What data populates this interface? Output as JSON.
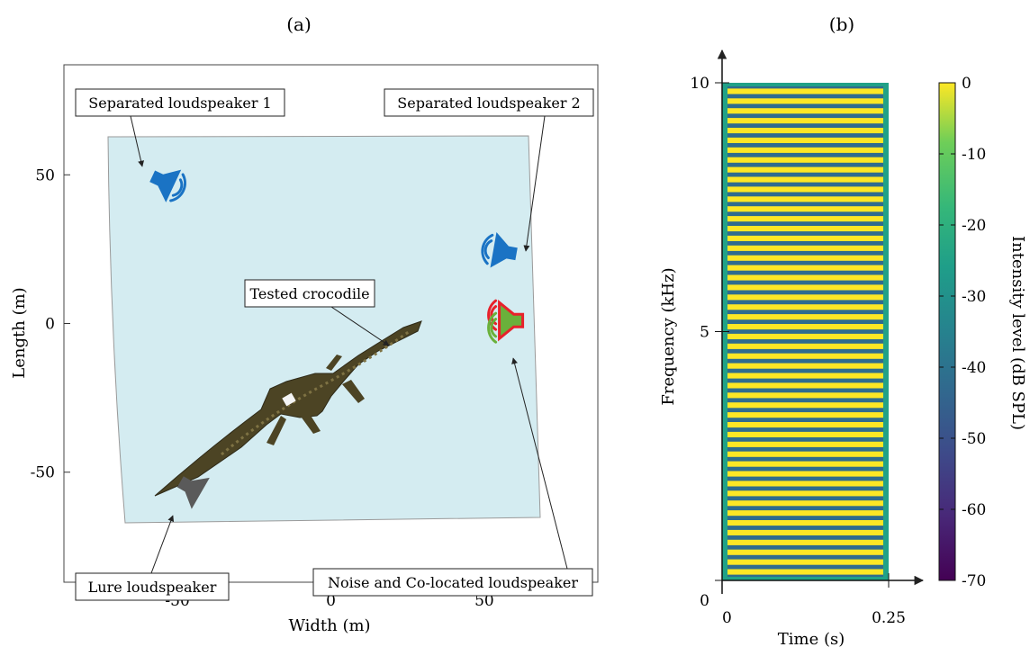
{
  "chart_data": [
    {
      "type": "scatter",
      "panel_label": "(a)",
      "xlabel": "Width (m)",
      "ylabel": "Length (m)",
      "xlim": [
        -87,
        87
      ],
      "ylim": [
        -87,
        87
      ],
      "x_ticks": [
        -50,
        0,
        50
      ],
      "x_tick_labels": [
        "-50",
        "0",
        "50"
      ],
      "y_ticks": [
        50,
        0,
        -50
      ],
      "y_tick_labels": [
        "50",
        "0",
        "-50"
      ],
      "grid": false,
      "colors": {
        "pool": "#d4ecf1",
        "separated": "#1a73c4",
        "colocated_outline": "#e8212b",
        "colocated_fill": "#6ab13b",
        "lure": "#5a5a5a"
      },
      "points": [
        {
          "name": "separated-loudspeaker-1",
          "x": -55,
          "y": 48,
          "label": "Separated loudspeaker 1"
        },
        {
          "name": "separated-loudspeaker-2",
          "x": 57,
          "y": 24,
          "label": "Separated loudspeaker 2"
        },
        {
          "name": "noise-colocated-loudspeaker",
          "x": 59,
          "y": 1,
          "label": "Noise and Co-located loudspeaker"
        },
        {
          "name": "lure-loudspeaker",
          "x": -46,
          "y": -55,
          "label": "Lure loudspeaker"
        },
        {
          "name": "tested-crocodile",
          "x": -5,
          "y": -20,
          "label": "Tested crocodile"
        }
      ]
    },
    {
      "type": "heatmap",
      "panel_label": "(b)",
      "xlabel": "Time (s)",
      "ylabel": "Frequency (kHz)",
      "xlim": [
        0,
        0.25
      ],
      "ylim": [
        0,
        10
      ],
      "x_tick_labels": [
        "0",
        "0.25"
      ],
      "y_tick_labels": [
        "10",
        "5",
        "0"
      ],
      "colorbar_label": "Intensity level (dB SPL)",
      "colorbar_ticks": [
        0,
        -10,
        -20,
        -30,
        -40,
        -50,
        -60,
        -70
      ],
      "colorbar_tick_labels": [
        "0",
        "-10",
        "-20",
        "-30",
        "-40",
        "-50",
        "-60",
        "-70"
      ],
      "colorbar_range": [
        -70,
        0
      ],
      "band_count": 50,
      "band_level_db": 0,
      "gap_level_db": -42,
      "edge_level_db": -25
    }
  ]
}
